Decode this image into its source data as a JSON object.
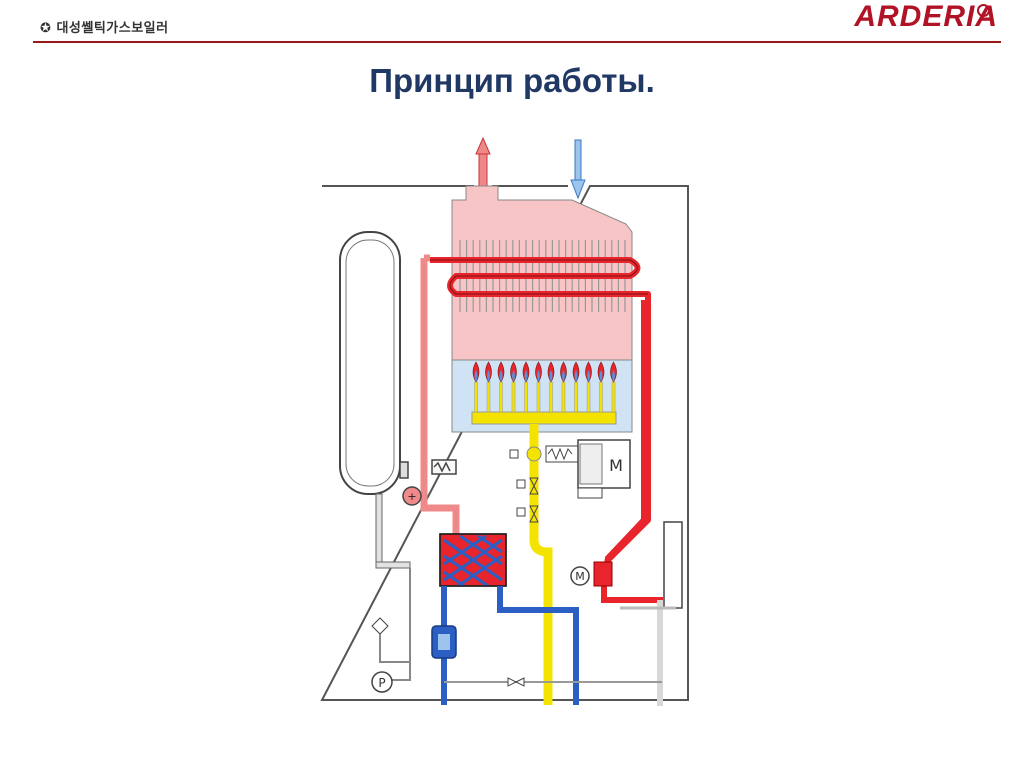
{
  "header": {
    "left_logo": "대성쎌틱가스보일러",
    "brand": "ARDERIA"
  },
  "title": "Принцип работы.",
  "diagram": {
    "motor_label": "M",
    "pump_motor_label": "M",
    "pressure_label": "P",
    "colors": {
      "hot": "#e8242c",
      "hot_light": "#f08a8a",
      "cold": "#2c5fc4",
      "gas": "#f4e300",
      "chamber": "#f7c5c5",
      "chamber_bottom": "#cfe3f5",
      "line": "#555555"
    }
  }
}
